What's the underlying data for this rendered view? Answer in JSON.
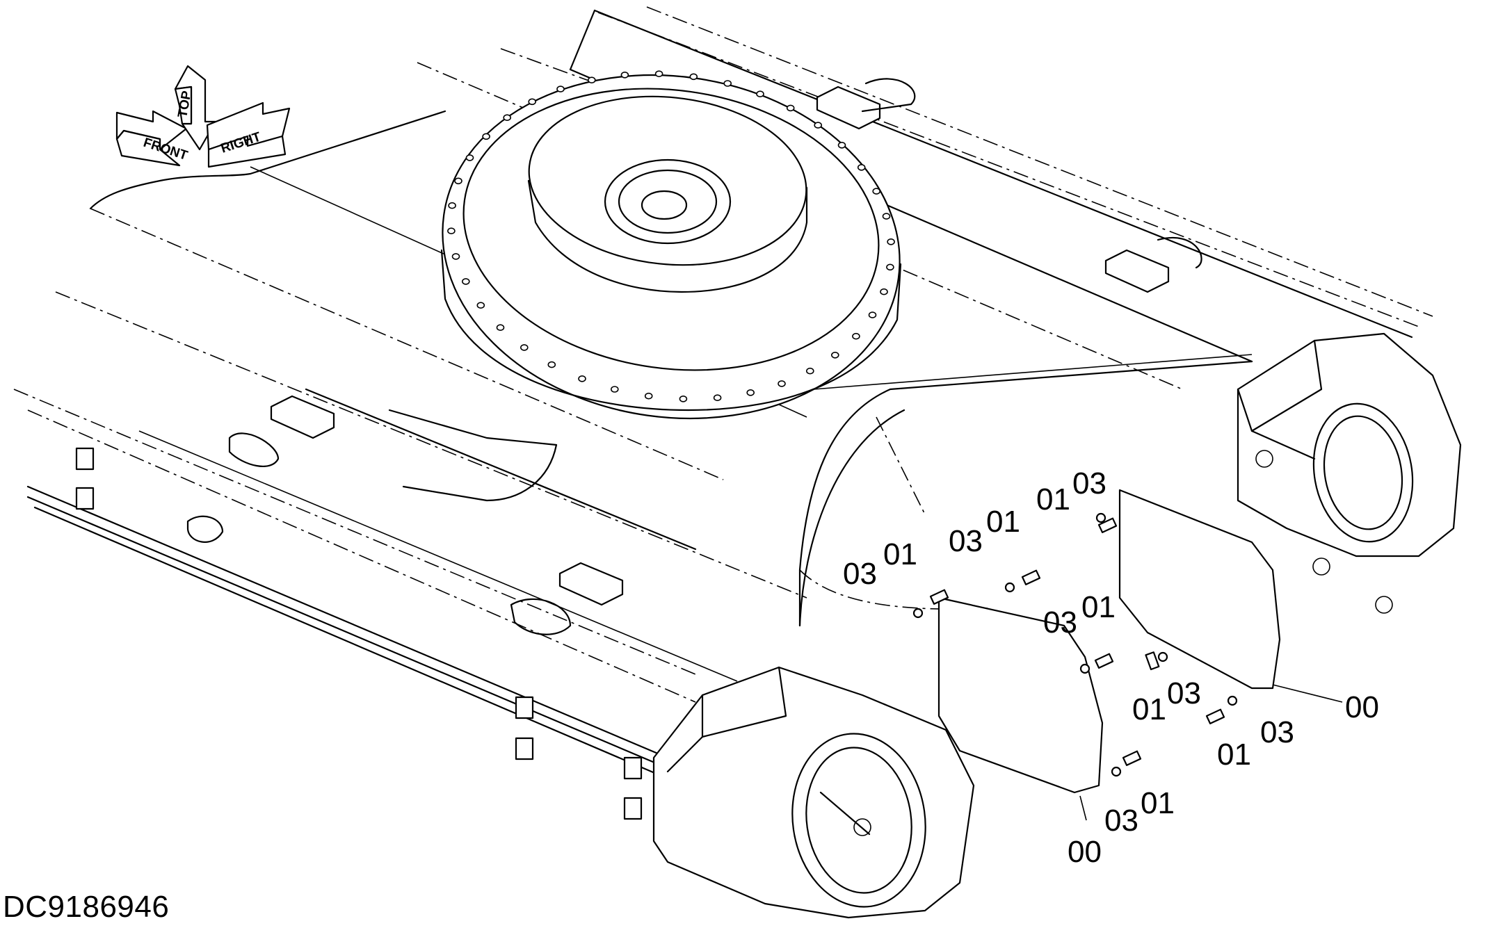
{
  "document_id": "DC9186946",
  "orientation_symbol": {
    "labels": [
      "FRONT",
      "TOP",
      "RIGHT"
    ]
  },
  "callouts": [
    {
      "id": "c1",
      "text": "01"
    },
    {
      "id": "c2",
      "text": "03"
    },
    {
      "id": "c3",
      "text": "03"
    },
    {
      "id": "c4",
      "text": "01"
    },
    {
      "id": "c5",
      "text": "03"
    },
    {
      "id": "c6",
      "text": "01"
    },
    {
      "id": "c7",
      "text": "03"
    },
    {
      "id": "c8",
      "text": "01"
    },
    {
      "id": "c9",
      "text": "01"
    },
    {
      "id": "c10",
      "text": "03"
    },
    {
      "id": "c11",
      "text": "03"
    },
    {
      "id": "c12",
      "text": "01"
    },
    {
      "id": "c13",
      "text": "00"
    },
    {
      "id": "c14",
      "text": "03"
    },
    {
      "id": "c15",
      "text": "01"
    },
    {
      "id": "c16",
      "text": "00"
    }
  ]
}
